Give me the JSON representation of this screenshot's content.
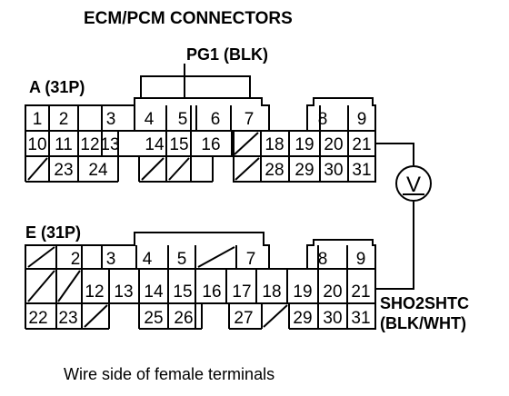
{
  "title": "ECM/PCM CONNECTORS",
  "pg1_label": "PG1 (BLK)",
  "connector_a": {
    "label": "A (31P)",
    "rows": [
      [
        "1",
        "2",
        "3",
        "4",
        "5",
        "6",
        "7",
        "",
        "8",
        "9"
      ],
      [
        "10",
        "11",
        "12",
        "13",
        "14",
        "15",
        "16",
        "/",
        "18",
        "19",
        "20",
        "21"
      ],
      [
        "/",
        "23",
        "24",
        "",
        "/",
        "/",
        "",
        "/",
        "28",
        "29",
        "30",
        "31"
      ]
    ]
  },
  "connector_e": {
    "label": "E (31P)",
    "rows": [
      [
        "/",
        "2",
        "3",
        "4",
        "5",
        "/",
        "7",
        "",
        "8",
        "9"
      ],
      [
        "/",
        "/",
        "12",
        "13",
        "14",
        "15",
        "16",
        "17",
        "18",
        "19",
        "20",
        "21"
      ],
      [
        "22",
        "23",
        "/",
        "",
        "25",
        "26",
        "",
        "27",
        "/",
        "29",
        "30",
        "31"
      ]
    ]
  },
  "meter_symbol": "V",
  "signal_label_1": "SHO2SHTC",
  "signal_label_2": "(BLK/WHT)",
  "footer": "Wire side of female terminals"
}
